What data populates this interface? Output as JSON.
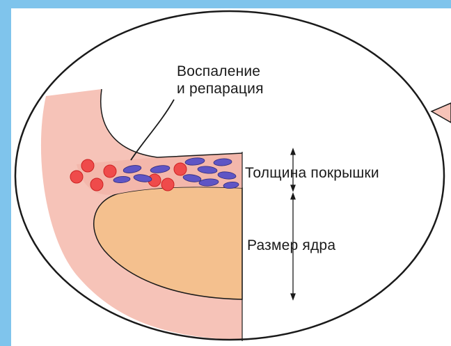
{
  "labels": {
    "inflammation_line1": "Воспаление",
    "inflammation_line2": "и репарация",
    "cap_thickness": "Толщина покрышки",
    "core_size": "Размер ядра"
  },
  "colors": {
    "frame_blue": "#7fc4ec",
    "vessel_wall": "#f6c3b8",
    "lipid_core": "#f4c08e",
    "inflammatory_cell": "#ef4b4b",
    "smooth_muscle_cell": "#5f55c5",
    "outline": "#1a1a1a"
  }
}
